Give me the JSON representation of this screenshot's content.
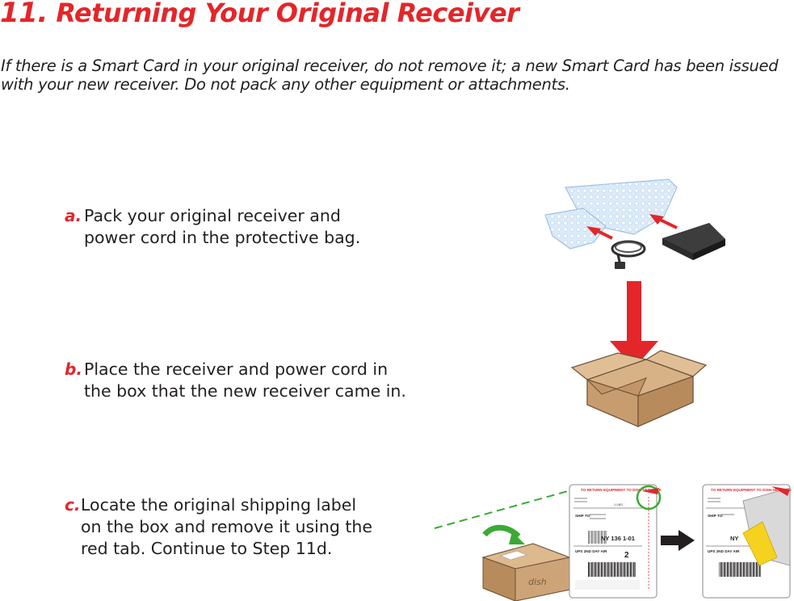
{
  "heading": {
    "number": "11.",
    "title": "Returning Your Original Receiver"
  },
  "intro": {
    "line1": "If there is a Smart Card in your original receiver, do not remove it; a new Smart Card has been issued",
    "line2": "with your new receiver.  Do not pack any other equipment or attachments."
  },
  "steps": [
    {
      "letter": "a.",
      "line1": "Pack your original receiver and",
      "line2": "power cord in the protective bag."
    },
    {
      "letter": "b.",
      "line1": "Place the receiver and power cord in",
      "line2": "the box that the new receiver came in."
    },
    {
      "letter": "c.",
      "line1": "Locate  the  original  shipping  label",
      "line2": "on the box and remove it using the",
      "line3": "red tab.  Continue to Step 11d."
    }
  ],
  "colors": {
    "accent_red": "#e3262a",
    "text": "#231f20",
    "arrow_green": "#3aaa35",
    "box_tan": "#c9a27a",
    "bag_blue": "#cfe3f5"
  },
  "label": {
    "header": "TO RETURN EQUIPMENT TO DISH NETWORK",
    "ship_to": "SHIP TO:",
    "weight": "1 LBS",
    "route": "NY 136 1-01",
    "service": "UPS 2ND DAY AIR",
    "service_code": "2",
    "box_brand": "dish"
  }
}
